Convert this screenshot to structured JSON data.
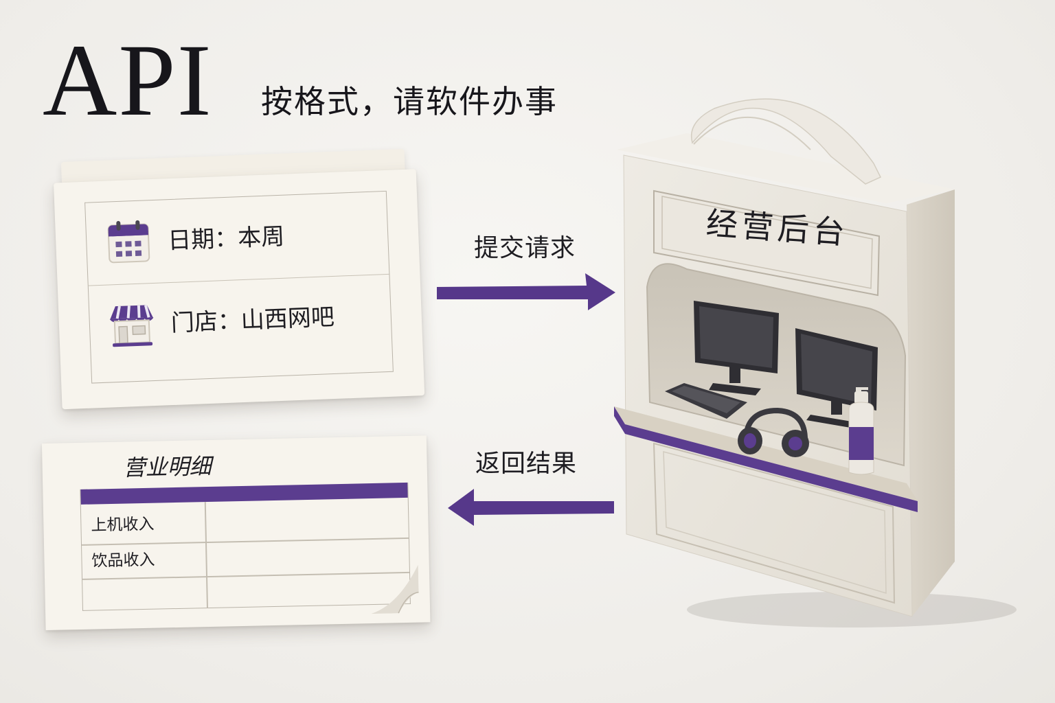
{
  "heading": {
    "title": "API",
    "subtitle": "按格式，请软件办事"
  },
  "request_card": {
    "rows": [
      {
        "icon": "calendar-icon",
        "text": "日期：本周"
      },
      {
        "icon": "store-icon",
        "text": "门店：山西网吧"
      }
    ]
  },
  "arrows": {
    "submit_label": "提交请求",
    "return_label": "返回结果"
  },
  "counter": {
    "sign": "经营后台",
    "items": [
      "monitor-icon",
      "monitor-icon",
      "keyboard-icon",
      "mouse-icon",
      "headphones-icon",
      "bottle-icon"
    ]
  },
  "response_card": {
    "title": "营业明细",
    "rows": [
      "上机收入",
      "饮品收入",
      ""
    ]
  },
  "colors": {
    "accent": "#5b3d8f",
    "paper": "#f7f4ed",
    "ink": "#1e1d22",
    "counter": "#ebe6dc"
  }
}
